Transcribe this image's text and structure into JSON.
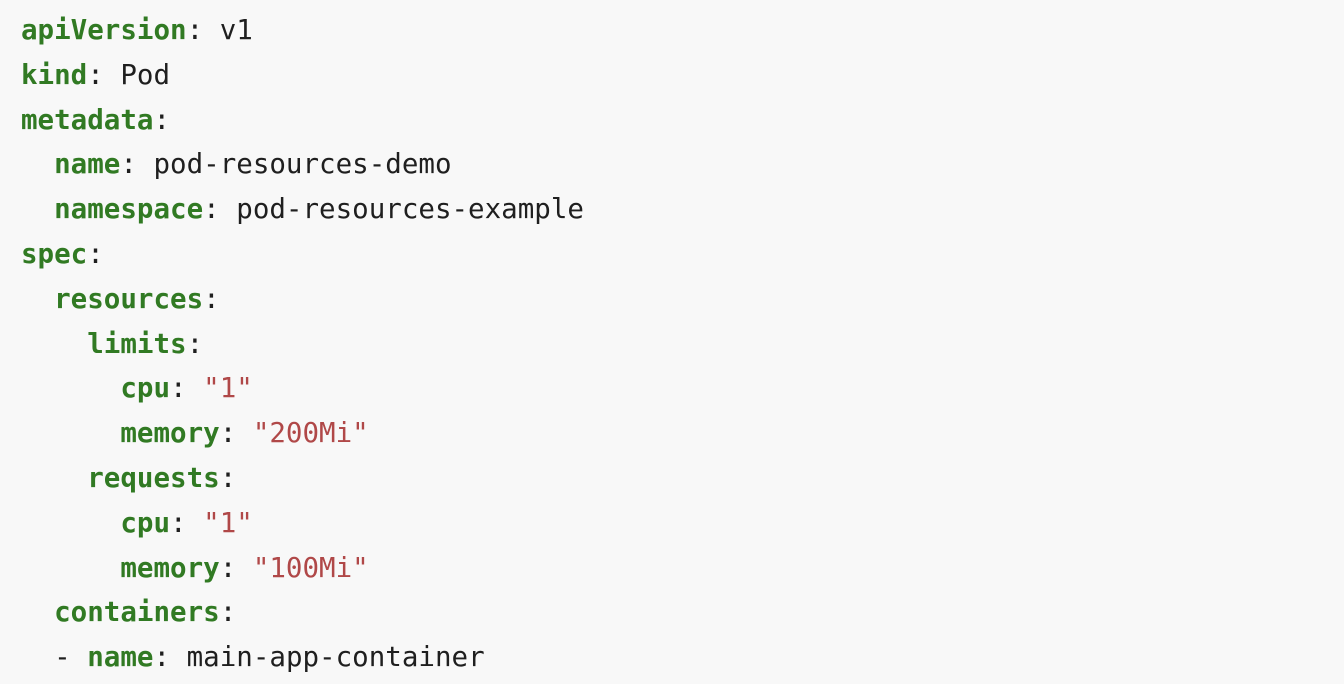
{
  "colors": {
    "background": "#f8f8f8",
    "key": "#317a23",
    "string": "#b04848",
    "text": "#1f1f1f"
  },
  "lines": [
    {
      "indent": "",
      "dash": "",
      "key": "apiVersion",
      "value": "v1",
      "type": "plain"
    },
    {
      "indent": "",
      "dash": "",
      "key": "kind",
      "value": "Pod",
      "type": "plain"
    },
    {
      "indent": "",
      "dash": "",
      "key": "metadata",
      "value": "",
      "type": "plain"
    },
    {
      "indent": "  ",
      "dash": "",
      "key": "name",
      "value": "pod-resources-demo",
      "type": "plain"
    },
    {
      "indent": "  ",
      "dash": "",
      "key": "namespace",
      "value": "pod-resources-example",
      "type": "plain"
    },
    {
      "indent": "",
      "dash": "",
      "key": "spec",
      "value": "",
      "type": "plain"
    },
    {
      "indent": "  ",
      "dash": "",
      "key": "resources",
      "value": "",
      "type": "plain"
    },
    {
      "indent": "    ",
      "dash": "",
      "key": "limits",
      "value": "",
      "type": "plain"
    },
    {
      "indent": "      ",
      "dash": "",
      "key": "cpu",
      "value": "\"1\"",
      "type": "string"
    },
    {
      "indent": "      ",
      "dash": "",
      "key": "memory",
      "value": "\"200Mi\"",
      "type": "string"
    },
    {
      "indent": "    ",
      "dash": "",
      "key": "requests",
      "value": "",
      "type": "plain"
    },
    {
      "indent": "      ",
      "dash": "",
      "key": "cpu",
      "value": "\"1\"",
      "type": "string"
    },
    {
      "indent": "      ",
      "dash": "",
      "key": "memory",
      "value": "\"100Mi\"",
      "type": "string"
    },
    {
      "indent": "  ",
      "dash": "",
      "key": "containers",
      "value": "",
      "type": "plain"
    },
    {
      "indent": "  ",
      "dash": "- ",
      "key": "name",
      "value": "main-app-container",
      "type": "plain"
    }
  ]
}
